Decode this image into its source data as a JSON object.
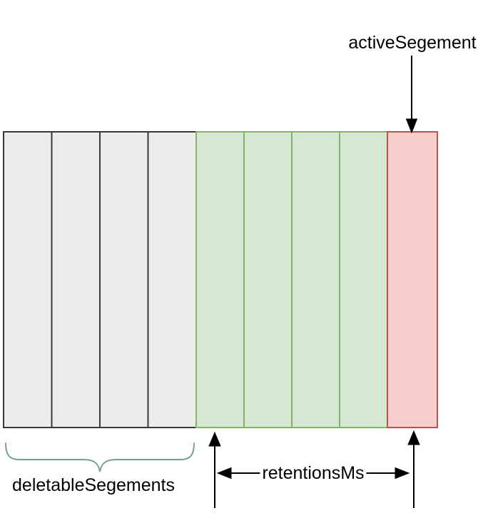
{
  "diagram": {
    "labels": {
      "active_segment": "activeSegement",
      "deletable_segments": "deletableSegements",
      "retention": "retentionsMs"
    },
    "colors": {
      "background": "#ffffff",
      "text": "#000000",
      "arrow": "#000000",
      "brace": "#76a096",
      "deletable_fill": "#ececec",
      "deletable_stroke": "#36393d",
      "retained_fill": "#d5e8d4",
      "retained_stroke": "#82b366",
      "active_fill": "#f8cecc",
      "active_stroke": "#b85450"
    },
    "segments": {
      "deletable": {
        "count": 4
      },
      "retained": {
        "count": 4
      },
      "active": {
        "count": 1
      }
    }
  }
}
